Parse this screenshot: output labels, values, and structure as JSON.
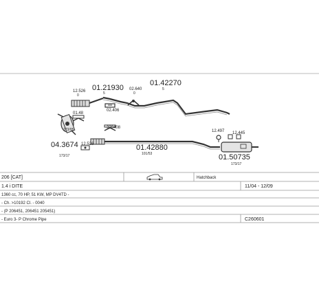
{
  "parts": {
    "p_01_21930": "01.21930",
    "p_01_21930_qty": "5",
    "p_01_42270": "01.42270",
    "p_01_42270_qty": "5",
    "p_12_526": "12.526",
    "p_12_526_sub": "0",
    "p_02_640": "02.640",
    "p_02_640_sub": "0",
    "p_02_406": "02.406",
    "p_01_48": "01.48",
    "p_328408": "328408",
    "p_04_3674": "04.3674",
    "p_04_3674_sub": "173/05",
    "p_04_3674_sub2": "173/17",
    "p_12_526b": "12.526",
    "p_01_42880": "01.42880",
    "p_01_42880_sub": "101/53",
    "p_12_497": "12.497",
    "p_12_445": "12.445",
    "p_01_50735": "01.50735",
    "p_01_50735_sub": "173/17"
  },
  "info": {
    "model": "206 [CAT]",
    "body": "Hatchback",
    "engine": "1.4 i DITE",
    "years": "11/04 - 12/09",
    "spec": "1360 cc, 70 HP, 51 KW, MP DV4TD -",
    "chassis": "- Ch. >10192 Cl. - 0040",
    "codes": "- (P 206451, 206451 205451)",
    "norm": "- Euro 3- P Chrome Pipe",
    "ref": "C260601"
  }
}
